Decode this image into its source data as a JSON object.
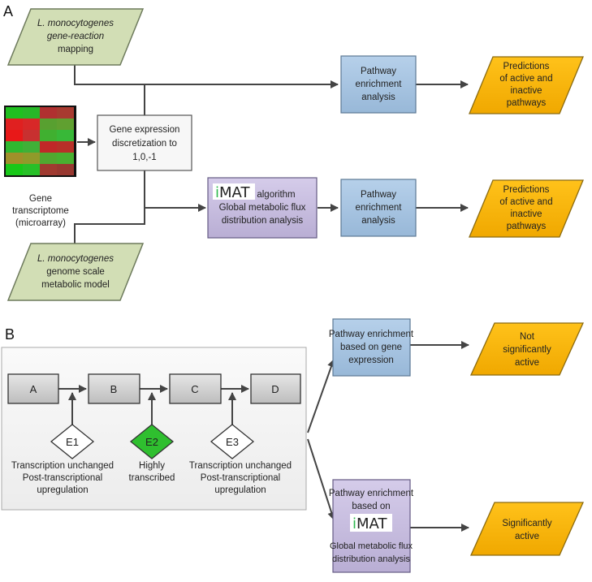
{
  "panel_a": {
    "label": "A",
    "mapping": {
      "line1": "L. monocytogenes",
      "line2": "gene-reaction",
      "line3": "mapping"
    },
    "transcriptome": {
      "line1": "Gene",
      "line2": "transcriptome",
      "line3": "(microarray)"
    },
    "discretization": {
      "line1": "Gene expression",
      "line2": "discretization to",
      "line3": "1,0,-1"
    },
    "pathway1": {
      "line1": "Pathway",
      "line2": "enrichment",
      "line3": "analysis"
    },
    "prediction1": {
      "line1": "Predictions",
      "line2": "of active and",
      "line3": "inactive",
      "line4": "pathways"
    },
    "imat_box": {
      "logo_i": "i",
      "logo_rest": "MAT",
      "line1": "algorithm",
      "line2": "Global metabolic flux",
      "line3": "distribution analysis"
    },
    "pathway2": {
      "line1": "Pathway",
      "line2": "enrichment",
      "line3": "analysis"
    },
    "prediction2": {
      "line1": "Predictions",
      "line2": "of active and",
      "line3": "inactive",
      "line4": "pathways"
    },
    "model": {
      "line1": "L. monocytogenes",
      "line2": "genome scale",
      "line3": "metabolic model"
    }
  },
  "panel_b": {
    "label": "B",
    "nodes": {
      "a": "A",
      "b": "B",
      "c": "C",
      "d": "D"
    },
    "enzymes": {
      "e1": "E1",
      "e2": "E2",
      "e3": "E3"
    },
    "e1_caption": {
      "line1": "Transcription unchanged",
      "line2": "Post-transcriptional",
      "line3": "upregulation"
    },
    "e2_caption": {
      "line1": "Highly",
      "line2": "transcribed"
    },
    "e3_caption": {
      "line1": "Transcription unchanged",
      "line2": "Post-transcriptional",
      "line3": "upregulation"
    },
    "gene_enrich": {
      "line1": "Pathway enrichment",
      "line2": "based on gene",
      "line3": "expression"
    },
    "not_sig": {
      "line1": "Not",
      "line2": "significantly",
      "line3": "active"
    },
    "imat_enrich": {
      "line1": "Pathway enrichment",
      "line2": "based on",
      "logo_i": "i",
      "logo_rest": "MAT",
      "line3": "Global metabolic flux",
      "line4": "distribution analysis"
    },
    "sig": {
      "line1": "Significantly",
      "line2": "active"
    }
  },
  "colors": {
    "green_para": "#d2deb5",
    "blue_box": "#a7c4e0",
    "purple_box": "#c8bedd",
    "orange_para": "#f6b400",
    "e2_fill": "#2fbf2f",
    "node_gray": "#cfcfcf"
  }
}
